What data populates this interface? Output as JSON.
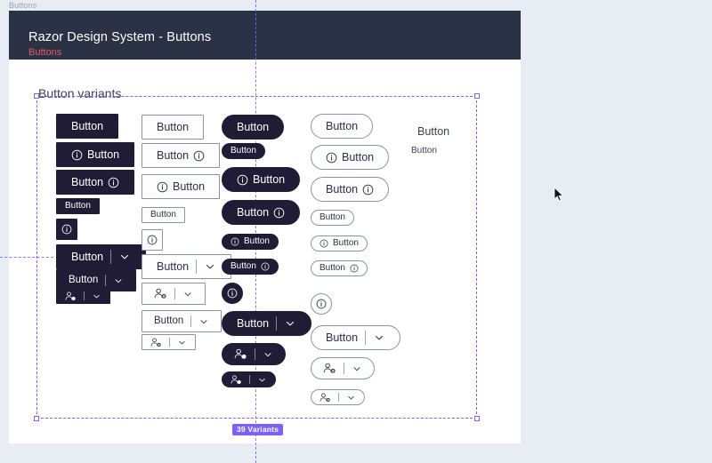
{
  "app": {
    "background_color": "#e8ecf3",
    "accent_color": "#7b61ff",
    "frame_label": "Buttons"
  },
  "frame": {
    "title": "Razor Design System - Buttons",
    "subtitle": "Buttons",
    "header_bg": "#2b3245",
    "subtitle_color": "#e05a5a",
    "section_title": "Button variants"
  },
  "selection": {
    "badge_label": "39 Variants",
    "badge_color": "#7b61ff",
    "handles": [
      "top-left",
      "top-right",
      "bottom-left",
      "bottom-right"
    ]
  },
  "columns": [
    {
      "name": "filled-square",
      "style": "fill",
      "radius": "rad-sq",
      "buttons": [
        {
          "label": "Button",
          "size": "sz-lg",
          "icon": "none",
          "kind": "text"
        },
        {
          "label": "Button",
          "size": "sz-lg",
          "icon": "leading-info",
          "kind": "text"
        },
        {
          "label": "Button",
          "size": "sz-lg",
          "icon": "trailing-info",
          "kind": "text"
        },
        {
          "label": "Button",
          "size": "sz-sm",
          "icon": "none",
          "kind": "text"
        },
        {
          "label": "",
          "size": "sz-icon-md",
          "icon": "only-info",
          "kind": "icon"
        },
        {
          "label": "Button",
          "size": "sz-lg",
          "icon": "none",
          "kind": "split"
        },
        {
          "label": "Button",
          "size": "sz-md",
          "icon": "none",
          "kind": "split"
        },
        {
          "label": "",
          "size": "sz-sm",
          "icon": "person-add",
          "kind": "split-icon"
        }
      ]
    },
    {
      "name": "outlined-square",
      "style": "outline",
      "radius": "rad-sq",
      "buttons": [
        {
          "label": "Button",
          "size": "sz-lg",
          "icon": "none",
          "kind": "text"
        },
        {
          "label": "Button",
          "size": "sz-lg",
          "icon": "trailing-info",
          "kind": "text"
        },
        {
          "label": "Button",
          "size": "sz-lg",
          "icon": "leading-info",
          "kind": "text"
        },
        {
          "label": "Button",
          "size": "sz-sm",
          "icon": "none",
          "kind": "text"
        },
        {
          "label": "",
          "size": "sz-icon-md",
          "icon": "only-info",
          "kind": "icon"
        },
        {
          "label": "Button",
          "size": "sz-lg",
          "icon": "none",
          "kind": "split"
        },
        {
          "label": "",
          "size": "sz-md",
          "icon": "person-add",
          "kind": "split-icon"
        },
        {
          "label": "Button",
          "size": "sz-md",
          "icon": "none",
          "kind": "split"
        },
        {
          "label": "",
          "size": "sz-sm",
          "icon": "person-add",
          "kind": "split-icon"
        }
      ]
    },
    {
      "name": "filled-pill",
      "style": "fill",
      "radius": "rad-pill",
      "buttons": [
        {
          "label": "Button",
          "size": "sz-lg",
          "icon": "none",
          "kind": "text"
        },
        {
          "label": "Button",
          "size": "sz-sm",
          "icon": "none",
          "kind": "text"
        },
        {
          "label": "Button",
          "size": "sz-lg",
          "icon": "leading-info",
          "kind": "text"
        },
        {
          "label": "Button",
          "size": "sz-lg",
          "icon": "trailing-info",
          "kind": "text"
        },
        {
          "label": "Button",
          "size": "sz-sm",
          "icon": "leading-info",
          "kind": "text"
        },
        {
          "label": "Button",
          "size": "sz-sm",
          "icon": "trailing-info",
          "kind": "text"
        },
        {
          "label": "",
          "size": "sz-icon-md",
          "icon": "only-info",
          "kind": "icon"
        },
        {
          "label": "Button",
          "size": "sz-lg",
          "icon": "none",
          "kind": "split"
        },
        {
          "label": "",
          "size": "sz-md",
          "icon": "person-add",
          "kind": "split-icon"
        },
        {
          "label": "",
          "size": "sz-sm",
          "icon": "person-add",
          "kind": "split-icon"
        }
      ]
    },
    {
      "name": "outlined-pill",
      "style": "outline",
      "radius": "rad-pill",
      "buttons": [
        {
          "label": "Button",
          "size": "sz-lg",
          "icon": "none",
          "kind": "text"
        },
        {
          "label": "Button",
          "size": "sz-lg",
          "icon": "leading-info",
          "kind": "text"
        },
        {
          "label": "Button",
          "size": "sz-lg",
          "icon": "trailing-info",
          "kind": "text"
        },
        {
          "label": "Button",
          "size": "sz-sm",
          "icon": "none",
          "kind": "text"
        },
        {
          "label": "Button",
          "size": "sz-sm",
          "icon": "leading-info",
          "kind": "text"
        },
        {
          "label": "Button",
          "size": "sz-sm",
          "icon": "trailing-info",
          "kind": "text"
        },
        {
          "label": "",
          "size": "sz-icon-md",
          "icon": "only-info",
          "kind": "icon"
        },
        {
          "label": "Button",
          "size": "sz-lg",
          "icon": "none",
          "kind": "split"
        },
        {
          "label": "",
          "size": "sz-md",
          "icon": "person-add",
          "kind": "split-icon"
        },
        {
          "label": "",
          "size": "sz-sm",
          "icon": "person-add",
          "kind": "split-icon"
        }
      ]
    },
    {
      "name": "ghost-text",
      "style": "ghost",
      "radius": "rad-sq",
      "buttons": [
        {
          "label": "Button",
          "size": "sz-lg",
          "icon": "none",
          "kind": "text"
        },
        {
          "label": "Button",
          "size": "sz-sm",
          "icon": "none",
          "kind": "text"
        }
      ]
    }
  ],
  "icons": {
    "info": "info-circle-icon",
    "chevron": "chevron-down-icon",
    "person_add": "person-add-icon",
    "cursor": "mouse-pointer-icon"
  }
}
